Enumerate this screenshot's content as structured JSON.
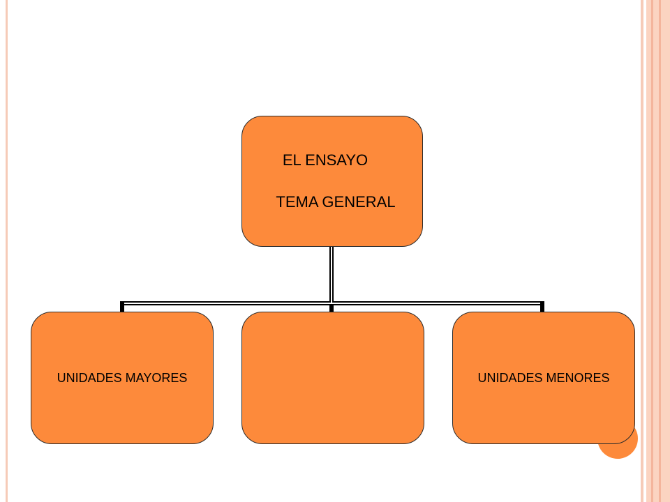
{
  "diagram": {
    "root": {
      "line1": "EL ENSAYO",
      "line2": "TEMA GENERAL"
    },
    "children": [
      {
        "label": "UNIDADES MAYORES"
      },
      {
        "label": ""
      },
      {
        "label": "UNIDADES MENORES"
      }
    ]
  },
  "colors": {
    "node_fill": "#fd8a3b",
    "connector": "#000000",
    "frame": "#f6cbb8"
  }
}
